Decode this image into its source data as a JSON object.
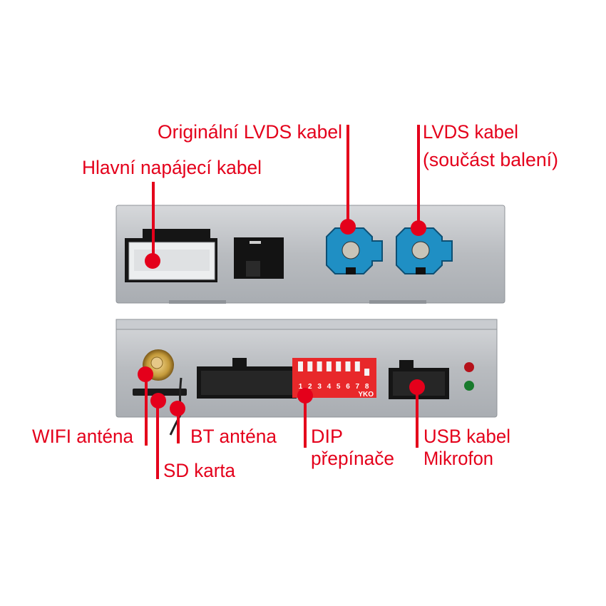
{
  "labels": {
    "main_power": "Hlavní napájecí kabel",
    "orig_lvds": "Originální LVDS kabel",
    "lvds_line1": "LVDS kabel",
    "lvds_line2": "(součást balení)",
    "wifi": "WIFI anténa",
    "sd": "SD karta",
    "bt": "BT anténa",
    "dip_line1": "DIP",
    "dip_line2": "přepínače",
    "usb_line1": "USB kabel",
    "usb_line2": "Mikrofon"
  },
  "dip_switch": {
    "numbers": [
      "1",
      "2",
      "3",
      "4",
      "5",
      "6",
      "7",
      "8"
    ],
    "brand": "YKO"
  },
  "colors": {
    "accent": "#e4001b",
    "lvds_connector": "#1f8fc4",
    "dip": "#e8282a"
  }
}
